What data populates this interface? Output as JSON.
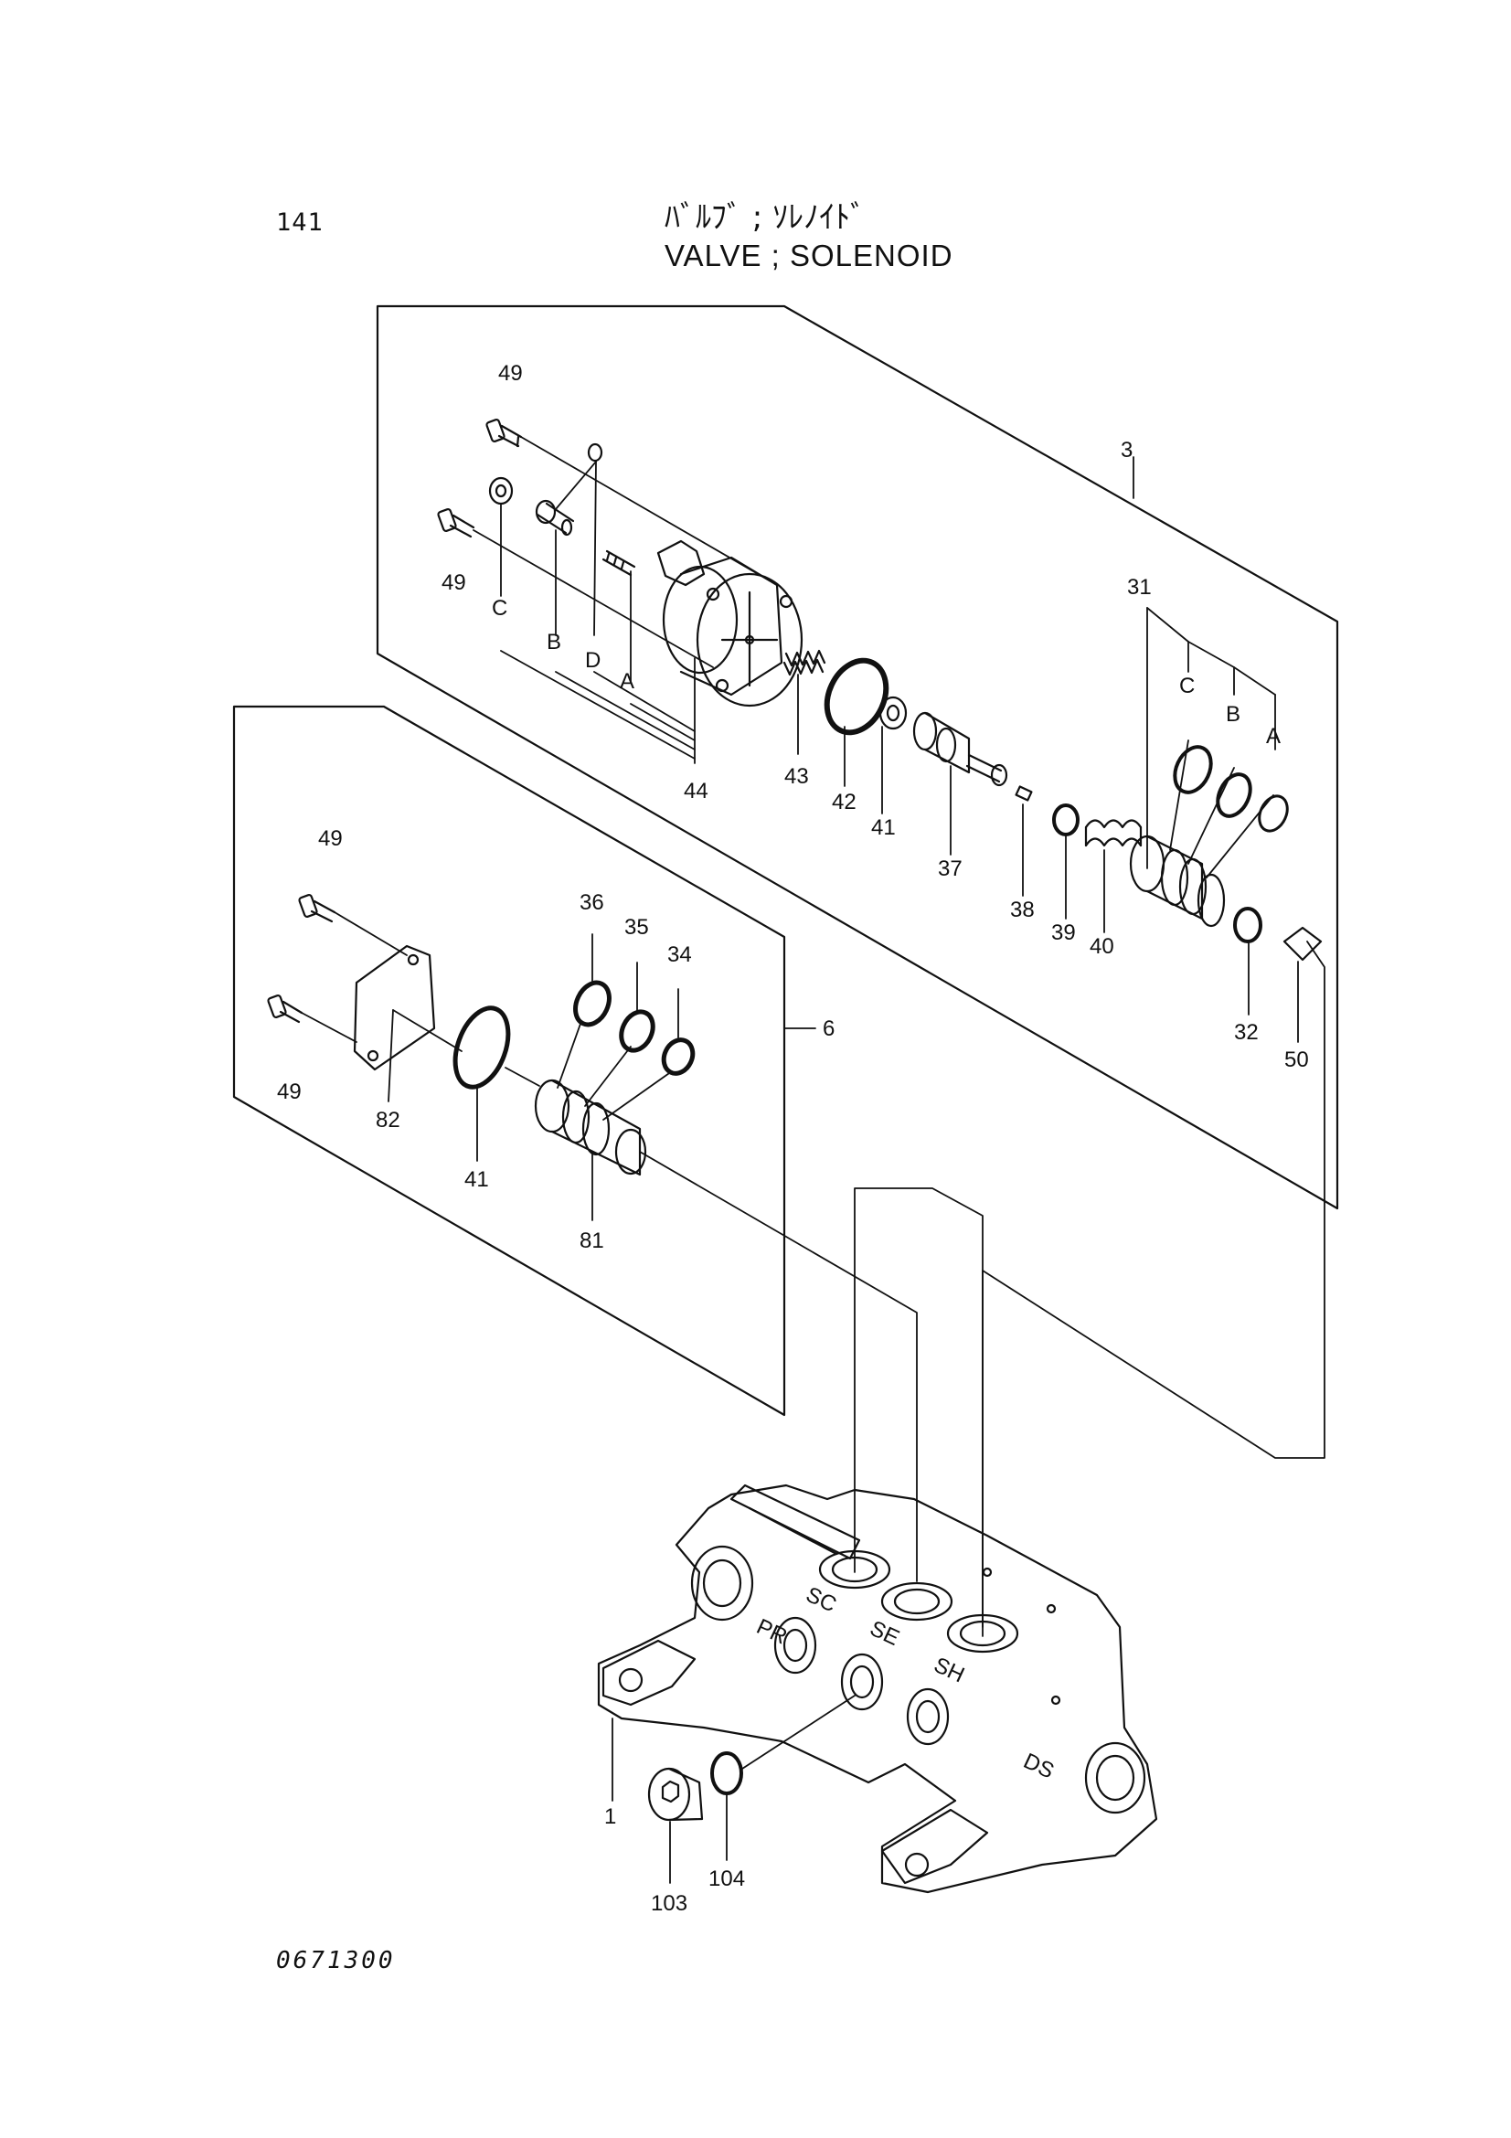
{
  "header": {
    "page_number": "141",
    "title_jp": "ﾊﾞﾙﾌﾞ ; ｿﾚﾉｲﾄﾞ",
    "title_en": "VALVE ; SOLENOID"
  },
  "footer": {
    "drawing_number": "0671300"
  },
  "callouts": {
    "c49a": "49",
    "c49b": "49",
    "c3": "3",
    "c31": "31",
    "cC1": "C",
    "cB1": "B",
    "cD1": "D",
    "cA1": "A",
    "cC2": "C",
    "cB2": "B",
    "cA2": "A",
    "c44": "44",
    "c43": "43",
    "c42": "42",
    "c41a": "41",
    "c37": "37",
    "c38": "38",
    "c39": "39",
    "c40": "40",
    "c32": "32",
    "c50": "50",
    "c49c": "49",
    "c49d": "49",
    "c36": "36",
    "c35": "35",
    "c34": "34",
    "c6": "6",
    "c82": "82",
    "c41b": "41",
    "c81": "81",
    "c1": "1",
    "c103": "103",
    "c104": "104"
  },
  "body_marks": {
    "port_pr": "PR",
    "port_ds": "DS",
    "port_sc": "SC",
    "port_se": "SE",
    "port_sh": "SH"
  }
}
